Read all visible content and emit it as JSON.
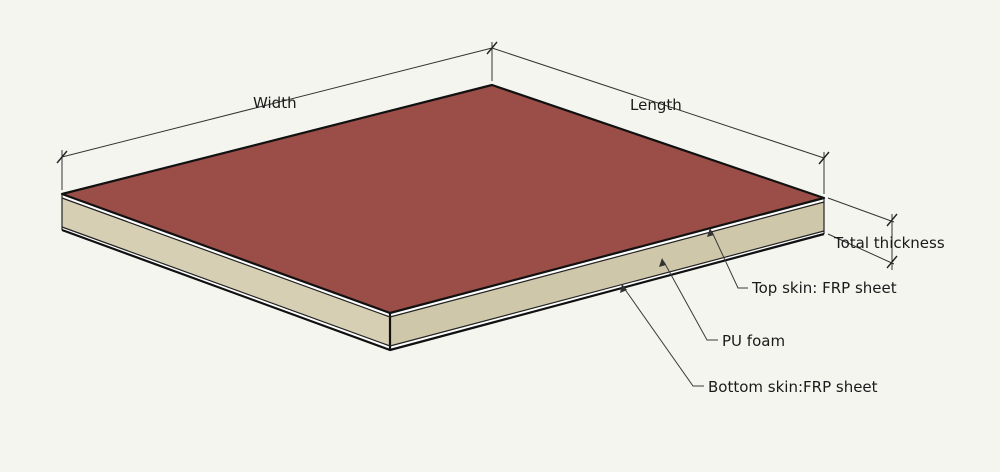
{
  "diagram": {
    "labels": {
      "width": "Width",
      "length": "Length",
      "total_thickness": "Total thickness",
      "top_skin": "Top skin: FRP sheet",
      "core": "PU foam",
      "bottom_skin": "Bottom skin:FRP sheet"
    },
    "colors": {
      "background": "#f5f5f0",
      "top_face": "#9b4e47",
      "foam_front": "#d6cfb4",
      "foam_side": "#cfc7aa",
      "skin": "#ffffff",
      "edge": "#111111"
    }
  }
}
